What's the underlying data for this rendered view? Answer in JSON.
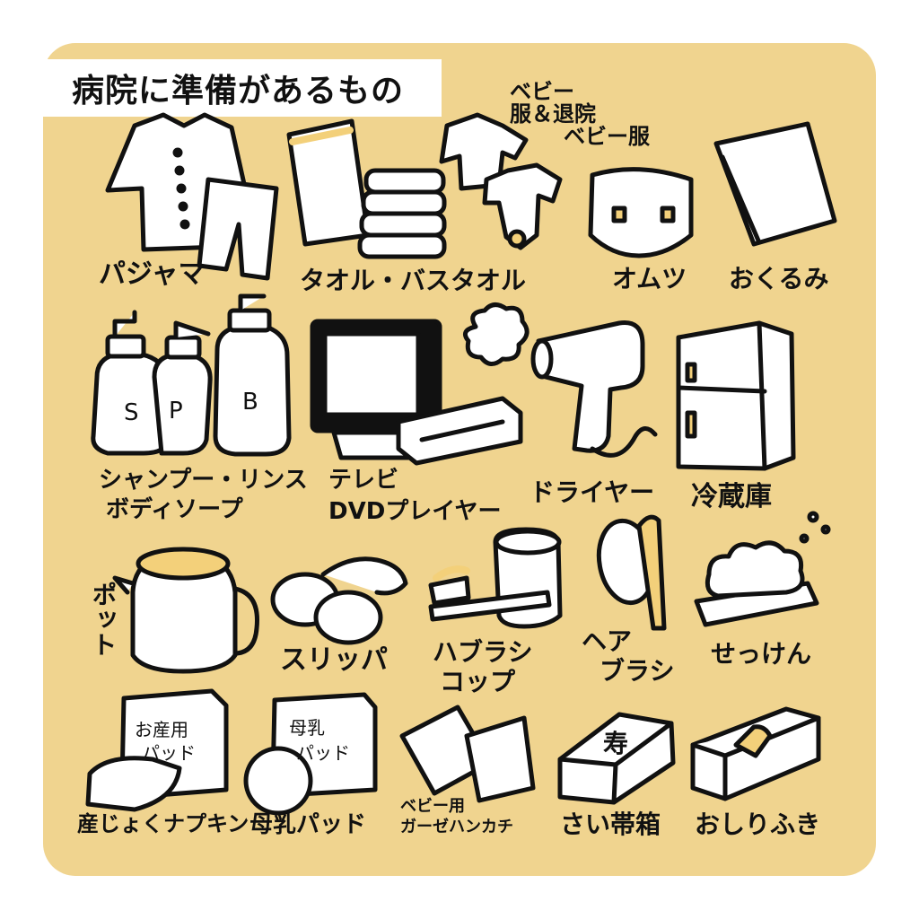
{
  "title": "病院に準備があるもの",
  "items": {
    "pajama": "パジャマ",
    "towel": "タオル・バスタオル",
    "baby_clothes": [
      "ベビー",
      "服＆退院",
      "ベビー服"
    ],
    "diaper": "オムツ",
    "swaddle": "おくるみ",
    "shampoo": [
      "シャンプー・リンス",
      "ボディソープ"
    ],
    "tv": [
      "テレビ",
      "DVDプレイヤー"
    ],
    "dryer": "ドライヤー",
    "fridge": "冷蔵庫",
    "pot": "ポット",
    "slippers": "スリッパ",
    "toothbrush": [
      "ハブラシ",
      "コップ"
    ],
    "hairbrush": [
      "ヘア",
      "ブラシ"
    ],
    "soap": "せっけん",
    "maternity_pad": "産じょくナプキン",
    "breast_pad": "母乳パッド",
    "gauze": [
      "ベビー用",
      "ガーゼハンカチ"
    ],
    "cord_box": "さい帯箱",
    "wipes": "おしりふき"
  },
  "box_texts": {
    "maternity_box": [
      "お産用",
      "パッド"
    ],
    "breast_box": [
      "母乳",
      "パッド"
    ],
    "cord_box_lid": "寿",
    "shampoo_s": "S",
    "shampoo_p": "P",
    "shampoo_b": "B"
  },
  "colors": {
    "panel": "#f0d48f",
    "outline": "#111111",
    "fill": "#ffffff",
    "accent": "#f3d07a"
  }
}
